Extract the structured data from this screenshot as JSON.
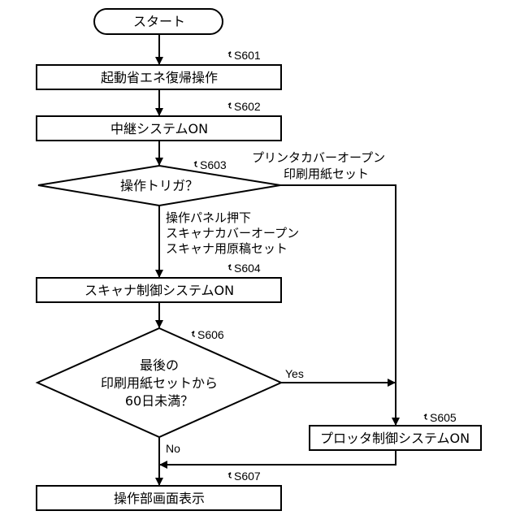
{
  "flowchart": {
    "start": {
      "label": "スタート"
    },
    "s601": {
      "step": "S601",
      "label": "起動省エネ復帰操作"
    },
    "s602": {
      "step": "S602",
      "label": "中継システムON"
    },
    "s603": {
      "step": "S603",
      "label": "操作トリガ？",
      "right_branch": [
        "プリンタカバーオープン",
        "印刷用紙セット"
      ],
      "down_branch": [
        "操作パネル押下",
        "スキャナカバーオープン",
        "スキャナ用原稿セット"
      ]
    },
    "s604": {
      "step": "S604",
      "label": "スキャナ制御システムON"
    },
    "s606": {
      "step": "S606",
      "label_lines": [
        "最後の",
        "印刷用紙セットから",
        "60日未満？"
      ],
      "yes": "Yes",
      "no": "No"
    },
    "s605": {
      "step": "S605",
      "label": "プロッタ制御システムON"
    },
    "s607": {
      "step": "S607",
      "label": "操作部画面表示"
    }
  }
}
